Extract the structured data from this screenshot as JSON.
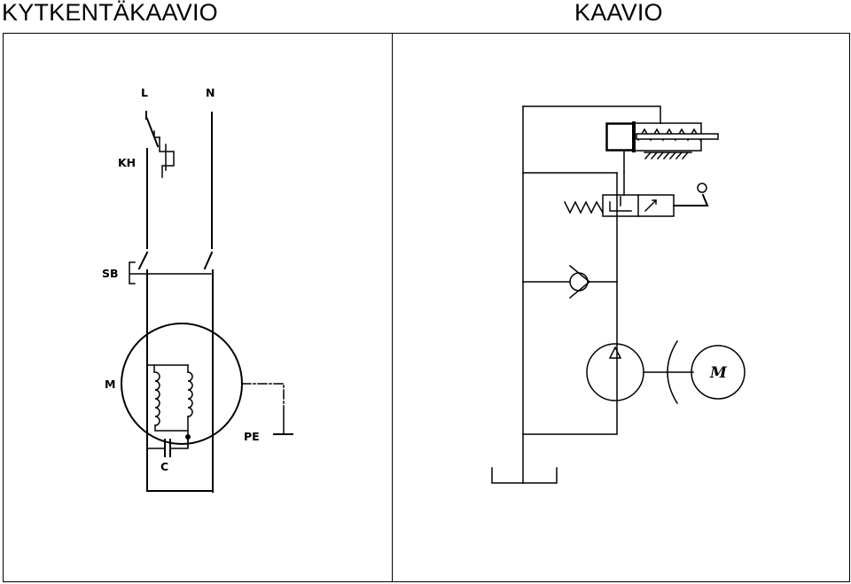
{
  "titles": {
    "left": "KYTKENTÄKAAVIO",
    "right": "KAAVIO"
  },
  "wiring": {
    "labels": {
      "line": "L",
      "neutral": "N",
      "thermal_switch": "KH",
      "start_button": "SB",
      "motor": "M",
      "capacitor": "C",
      "earth": "PE"
    }
  },
  "hydraulic": {
    "labels": {
      "motor": "M"
    }
  }
}
